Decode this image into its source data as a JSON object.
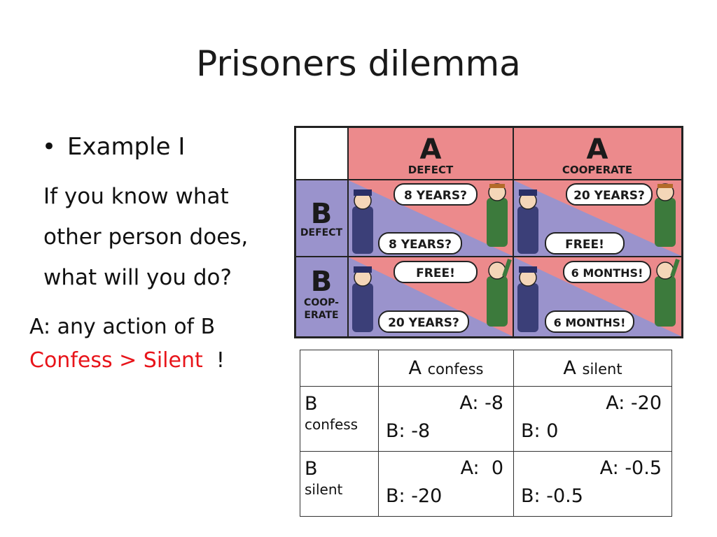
{
  "slide": {
    "title": "Prisoners dilemma",
    "bullet": "Example I",
    "question_lines": [
      "If you know what",
      "other person does,",
      "what will you do?"
    ],
    "note_line1": "A: any action of B",
    "note_red": "Confess > Silent",
    "note_exclaim": "!"
  },
  "comic": {
    "col_a_letter": "A",
    "col_defect": "DEFECT",
    "col_cooperate": "COOPERATE",
    "row_b_letter": "B",
    "row_defect": "DEFECT",
    "row_coop_1": "COOP-",
    "row_coop_2": "ERATE",
    "bubbles": {
      "dd_top": "8 YEARS?",
      "dd_bottom": "8 YEARS?",
      "dc_top": "20 YEARS?",
      "dc_bottom": "FREE!",
      "cd_top": "FREE!",
      "cd_bottom": "20 YEARS?",
      "cc_top": "6 MONTHS!",
      "cc_bottom": "6 MONTHS!"
    },
    "colors": {
      "red": "#ec8a8c",
      "blue": "#9a93cc",
      "blank": "#ffffff"
    }
  },
  "payoff": {
    "col1_big": "A",
    "col1_small": "confess",
    "col2_big": "A",
    "col2_small": "silent",
    "rows": [
      {
        "big": "B",
        "small": "confess",
        "c1_a": "A: -8",
        "c1_b": "B: -8",
        "c2_a": "A: -20",
        "c2_b": "B: 0"
      },
      {
        "big": "B",
        "small": "silent",
        "c1_a": "A:  0",
        "c1_b": "B: -20",
        "c2_a": "A: -0.5",
        "c2_b": "B: -0.5"
      }
    ]
  }
}
